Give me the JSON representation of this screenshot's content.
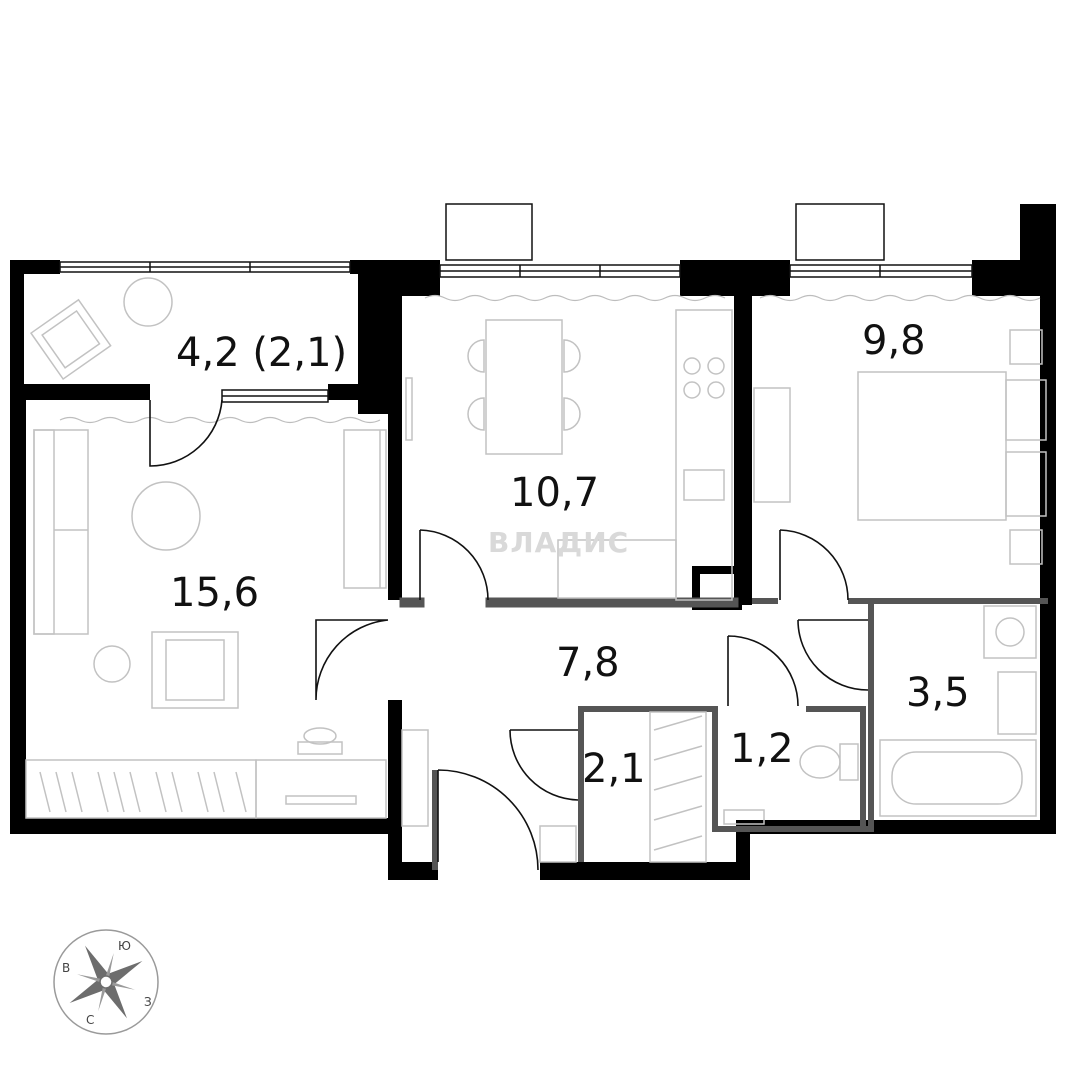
{
  "rooms": [
    {
      "id": "balcony",
      "label": "4,2 (2,1)"
    },
    {
      "id": "living",
      "label": "15,6"
    },
    {
      "id": "kitchen",
      "label": "10,7"
    },
    {
      "id": "bedroom",
      "label": "9,8"
    },
    {
      "id": "hall",
      "label": "7,8"
    },
    {
      "id": "closet",
      "label": "2,1"
    },
    {
      "id": "toilet",
      "label": "1,2"
    },
    {
      "id": "bathroom",
      "label": "3,5"
    }
  ],
  "watermark": "ВЛАДИС",
  "compass": {
    "n": "С",
    "s": "Ю",
    "e": "В",
    "w": "З"
  },
  "colors": {
    "wall": "#000000",
    "furniture": "#c2c2c2",
    "partition": "#555555"
  }
}
